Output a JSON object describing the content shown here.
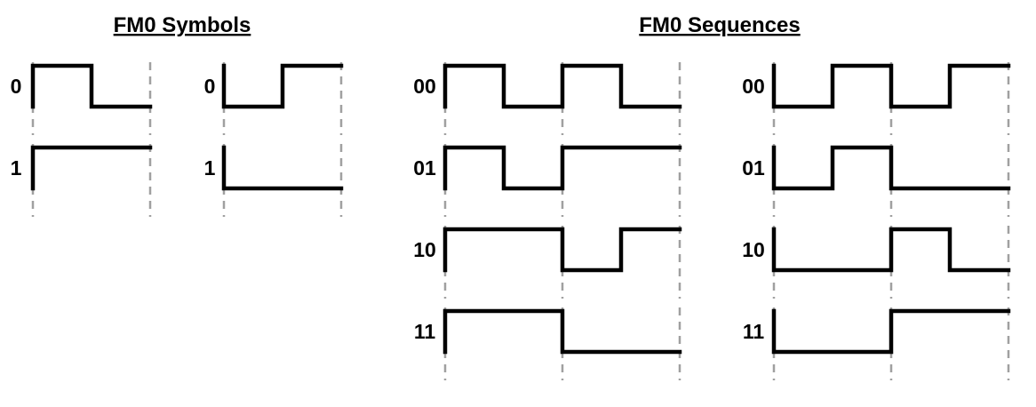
{
  "titles": {
    "symbols": "FM0 Symbols",
    "sequences": "FM0 Sequences"
  },
  "symbols": [
    {
      "label": "0",
      "levels": [
        1,
        1,
        0,
        0
      ]
    },
    {
      "label": "1",
      "levels": [
        1,
        1,
        1,
        1
      ]
    },
    {
      "label": "0",
      "levels": [
        0,
        0,
        1,
        1
      ]
    },
    {
      "label": "1",
      "levels": [
        0,
        0,
        0,
        0
      ]
    }
  ],
  "sequences": [
    {
      "label": "00",
      "levels": [
        1,
        1,
        0,
        0,
        1,
        1,
        0,
        0
      ]
    },
    {
      "label": "01",
      "levels": [
        1,
        1,
        0,
        0,
        1,
        1,
        1,
        1
      ]
    },
    {
      "label": "10",
      "levels": [
        1,
        1,
        1,
        1,
        0,
        0,
        1,
        1
      ]
    },
    {
      "label": "11",
      "levels": [
        1,
        1,
        1,
        1,
        0,
        0,
        0,
        0
      ]
    },
    {
      "label": "00",
      "levels": [
        0,
        0,
        1,
        1,
        0,
        0,
        1,
        1
      ]
    },
    {
      "label": "01",
      "levels": [
        0,
        0,
        1,
        1,
        0,
        0,
        0,
        0
      ]
    },
    {
      "label": "10",
      "levels": [
        0,
        0,
        0,
        0,
        1,
        1,
        0,
        0
      ]
    },
    {
      "label": "11",
      "levels": [
        0,
        0,
        0,
        0,
        1,
        1,
        1,
        1
      ]
    }
  ]
}
